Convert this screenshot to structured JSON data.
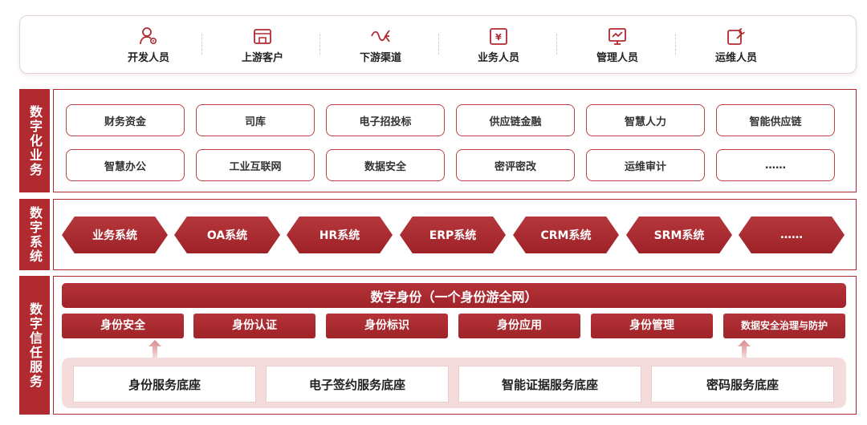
{
  "colors": {
    "accent": "#b02a30",
    "accent_dark": "#9e2228",
    "base_bg": "#f4dcdc"
  },
  "roles": [
    {
      "label": "开发人员",
      "icon": "developer-icon"
    },
    {
      "label": "上游客户",
      "icon": "shop-icon"
    },
    {
      "label": "下游渠道",
      "icon": "channel-icon"
    },
    {
      "label": "业务人员",
      "icon": "yuan-wallet-icon"
    },
    {
      "label": "管理人员",
      "icon": "chart-monitor-icon"
    },
    {
      "label": "运维人员",
      "icon": "wrench-icon"
    }
  ],
  "sections": {
    "business": "数字化业务",
    "systems": "数字系统",
    "trust": "数字信任服务"
  },
  "business": [
    "财务资金",
    "司库",
    "电子招投标",
    "供应链金融",
    "智慧人力",
    "智能供应链",
    "智慧办公",
    "工业互联网",
    "数据安全",
    "密评密改",
    "运维审计",
    "……"
  ],
  "systems": [
    "业务系统",
    "OA系统",
    "HR系统",
    "ERP系统",
    "CRM系统",
    "SRM系统",
    "……"
  ],
  "trust": {
    "banner": "数字身份（一个身份游全网）",
    "identity": [
      "身份安全",
      "身份认证",
      "身份标识",
      "身份应用",
      "身份管理",
      "数据安全治理与防护"
    ],
    "bases": [
      "身份服务底座",
      "电子签约服务底座",
      "智能证据服务底座",
      "密码服务底座"
    ]
  }
}
